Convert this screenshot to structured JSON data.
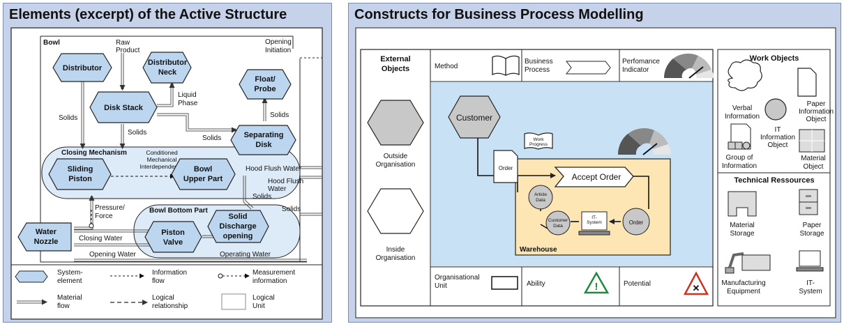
{
  "left": {
    "title": "Elements (excerpt) of the Active Structure",
    "bowl": "Bowl",
    "opening_initiation": [
      "Opening",
      "Initiation"
    ],
    "raw_product": [
      "Raw",
      "Product"
    ],
    "distributor": "Distributor",
    "distributor_neck": [
      "Distributor",
      "Neck"
    ],
    "float_probe": [
      "Float/",
      "Probe"
    ],
    "disk_stack": "Disk Stack",
    "liquid_phase": [
      "Liquid",
      "Phase"
    ],
    "solids": "Solids",
    "separating_disk": [
      "Separating",
      "Disk"
    ],
    "closing_mechanism": "Closing Mechanism",
    "conditioned": [
      "Conditioned",
      "Mechanical",
      "Interdependency"
    ],
    "sliding_piston": [
      "Sliding",
      "Piston"
    ],
    "bowl_upper_part": [
      "Bowl",
      "Upper Part"
    ],
    "hood_flush_water": "Hood Flush Water",
    "hood_flush_water2": [
      "Hood Flush",
      "Water"
    ],
    "pressure_force": [
      "Pressure/",
      "Force"
    ],
    "bowl_bottom_part": "Bowl Bottom Part",
    "solid_discharge": [
      "Solid",
      "Discharge",
      "opening"
    ],
    "water_nozzle": [
      "Water",
      "Nozzle"
    ],
    "closing_water": "Closing Water",
    "piston_valve": [
      "Piston",
      "Valve"
    ],
    "opening_water": "Opening Water",
    "operating_water": "Operating Water",
    "legend": {
      "system_element": [
        "System-",
        "element"
      ],
      "information_flow": [
        "Information",
        "flow"
      ],
      "measurement_information": [
        "Measurement",
        "information"
      ],
      "material_flow": [
        "Material",
        "flow"
      ],
      "logical_relationship": [
        "Logical",
        "relationship"
      ],
      "logical_unit": [
        "Logical",
        "Unit"
      ]
    }
  },
  "right": {
    "title": "Constructs for Business Process Modelling",
    "external_objects": [
      "External",
      "Objects"
    ],
    "method": "Method",
    "business_process": [
      "Business",
      "Process"
    ],
    "performance_indicator": [
      "Perfomance",
      "Indicator"
    ],
    "work_objects": "Work Objects",
    "outside_organisation": [
      "Outside",
      "Organisation"
    ],
    "inside_organisation": [
      "Inside",
      "Organisation"
    ],
    "customer": "Customer",
    "work_progress": [
      "Work",
      "Progress"
    ],
    "order": "Order",
    "accept_order": "Accept Order",
    "article_data": [
      "Article",
      "Data"
    ],
    "customer_data": [
      "Customer",
      "Data"
    ],
    "it_system_small": [
      "IT-",
      "System"
    ],
    "order_circle": "Order",
    "warehouse": "Warehouse",
    "verbal_information": [
      "Verbal",
      "Information"
    ],
    "paper_information_object": [
      "Paper",
      "Information",
      "Object"
    ],
    "it_information_object": [
      "IT",
      "Information",
      "Object"
    ],
    "group_of_information": [
      "Group of",
      "Information"
    ],
    "material_object": [
      "Material",
      "Object"
    ],
    "technical_ressources": "Technical Ressources",
    "material_storage": [
      "Material",
      "Storage"
    ],
    "paper_storage": [
      "Paper",
      "Storage"
    ],
    "manufacturing_equipment": [
      "Manufacturing",
      "Equipment"
    ],
    "it_system": [
      "IT-",
      "System"
    ],
    "organisational_unit": [
      "Organisational",
      "Unit"
    ],
    "ability": "Ability",
    "potential": "Potential"
  }
}
